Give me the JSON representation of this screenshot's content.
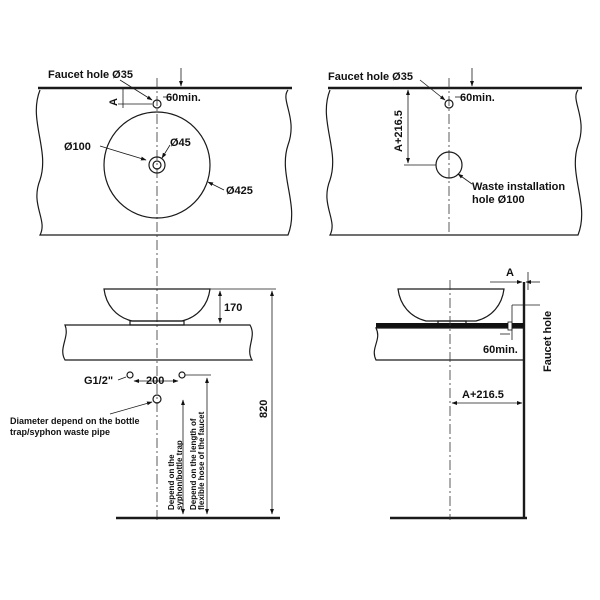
{
  "top_left": {
    "faucet_hole": "Faucet hole Ø35",
    "offset_a": "A",
    "min_60": "60min.",
    "dia_100": "Ø100",
    "dia_45": "Ø45",
    "dia_425": "Ø425"
  },
  "top_right": {
    "faucet_hole": "Faucet hole Ø35",
    "offset_a216": "A+216.5",
    "min_60": "60min.",
    "waste_line1": "Waste installation",
    "waste_line2": "hole Ø100"
  },
  "bottom_left": {
    "height_170": "170",
    "height_820": "820",
    "thread_g12": "G1/2\"",
    "spacing_200": "200",
    "note_line1": "Diameter depend on the bottle",
    "note_line2": "trap/syphon waste pipe",
    "vert1_line1": "Depend on the",
    "vert1_line2": "syphon/bottle trap",
    "vert2_line1": "Depend on the length of",
    "vert2_line2": "flexible hose of the faucet"
  },
  "bottom_right": {
    "offset_a": "A",
    "faucet_hole_vertical": "Faucet hole",
    "min_60": "60min.",
    "offset_a216": "A+216.5"
  }
}
